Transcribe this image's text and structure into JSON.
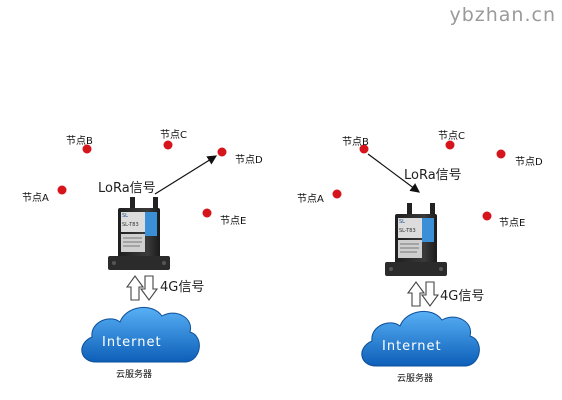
{
  "watermark": "ybzhan.cn",
  "panels": [
    {
      "nodes": [
        {
          "label": "节点B"
        },
        {
          "label": "节点C"
        },
        {
          "label": "节点D"
        },
        {
          "label": "节点A"
        },
        {
          "label": "节点E"
        }
      ],
      "lora_label": "LoRa信号",
      "cellular_label": "4G信号",
      "cloud_text": "Internet",
      "cloud_caption": "云服务器",
      "device_labels": {
        "brand": "SL",
        "model": "SL-T83"
      }
    },
    {
      "nodes": [
        {
          "label": "节点B"
        },
        {
          "label": "节点C"
        },
        {
          "label": "节点D"
        },
        {
          "label": "节点A"
        },
        {
          "label": "节点E"
        }
      ],
      "lora_label": "LoRa信号",
      "cellular_label": "4G信号",
      "cloud_text": "Internet",
      "cloud_caption": "云服务器",
      "device_labels": {
        "brand": "SL",
        "model": "SL-T83"
      }
    }
  ],
  "colors": {
    "node": "#d6141c",
    "cloud_dark": "#0d5fb8",
    "cloud_light": "#47a3f0",
    "device_body": "#2a2a2a",
    "device_panel": "#3a8fd6"
  }
}
